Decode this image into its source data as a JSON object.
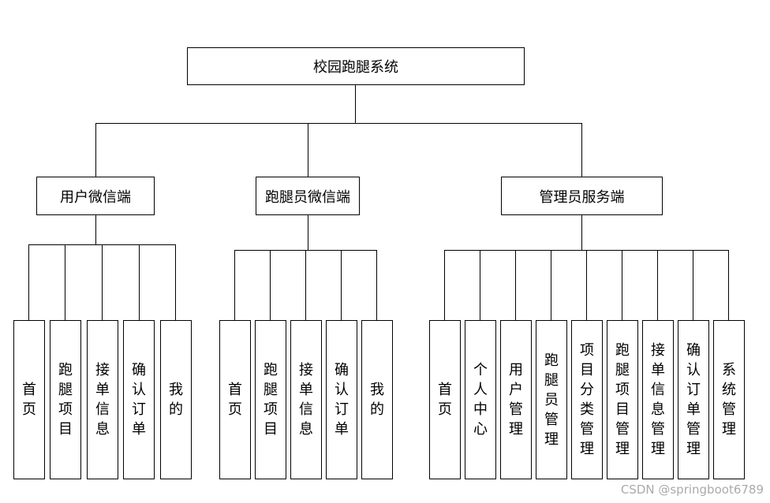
{
  "root": {
    "label": "校园跑腿系统"
  },
  "groups": [
    {
      "label": "用户微信端",
      "children": [
        "首页",
        "跑腿项目",
        "接单信息",
        "确认订单",
        "我的"
      ]
    },
    {
      "label": "跑腿员微信端",
      "children": [
        "首页",
        "跑腿项目",
        "接单信息",
        "确认订单",
        "我的"
      ]
    },
    {
      "label": "管理员服务端",
      "children": [
        "首页",
        "个人中心",
        "用户管理",
        "跑腿员管理",
        "项目分类管理",
        "跑腿项目管理",
        "接单信息管理",
        "确认订单管理",
        "系统管理"
      ]
    }
  ],
  "watermark": "CSDN @springboot6789"
}
